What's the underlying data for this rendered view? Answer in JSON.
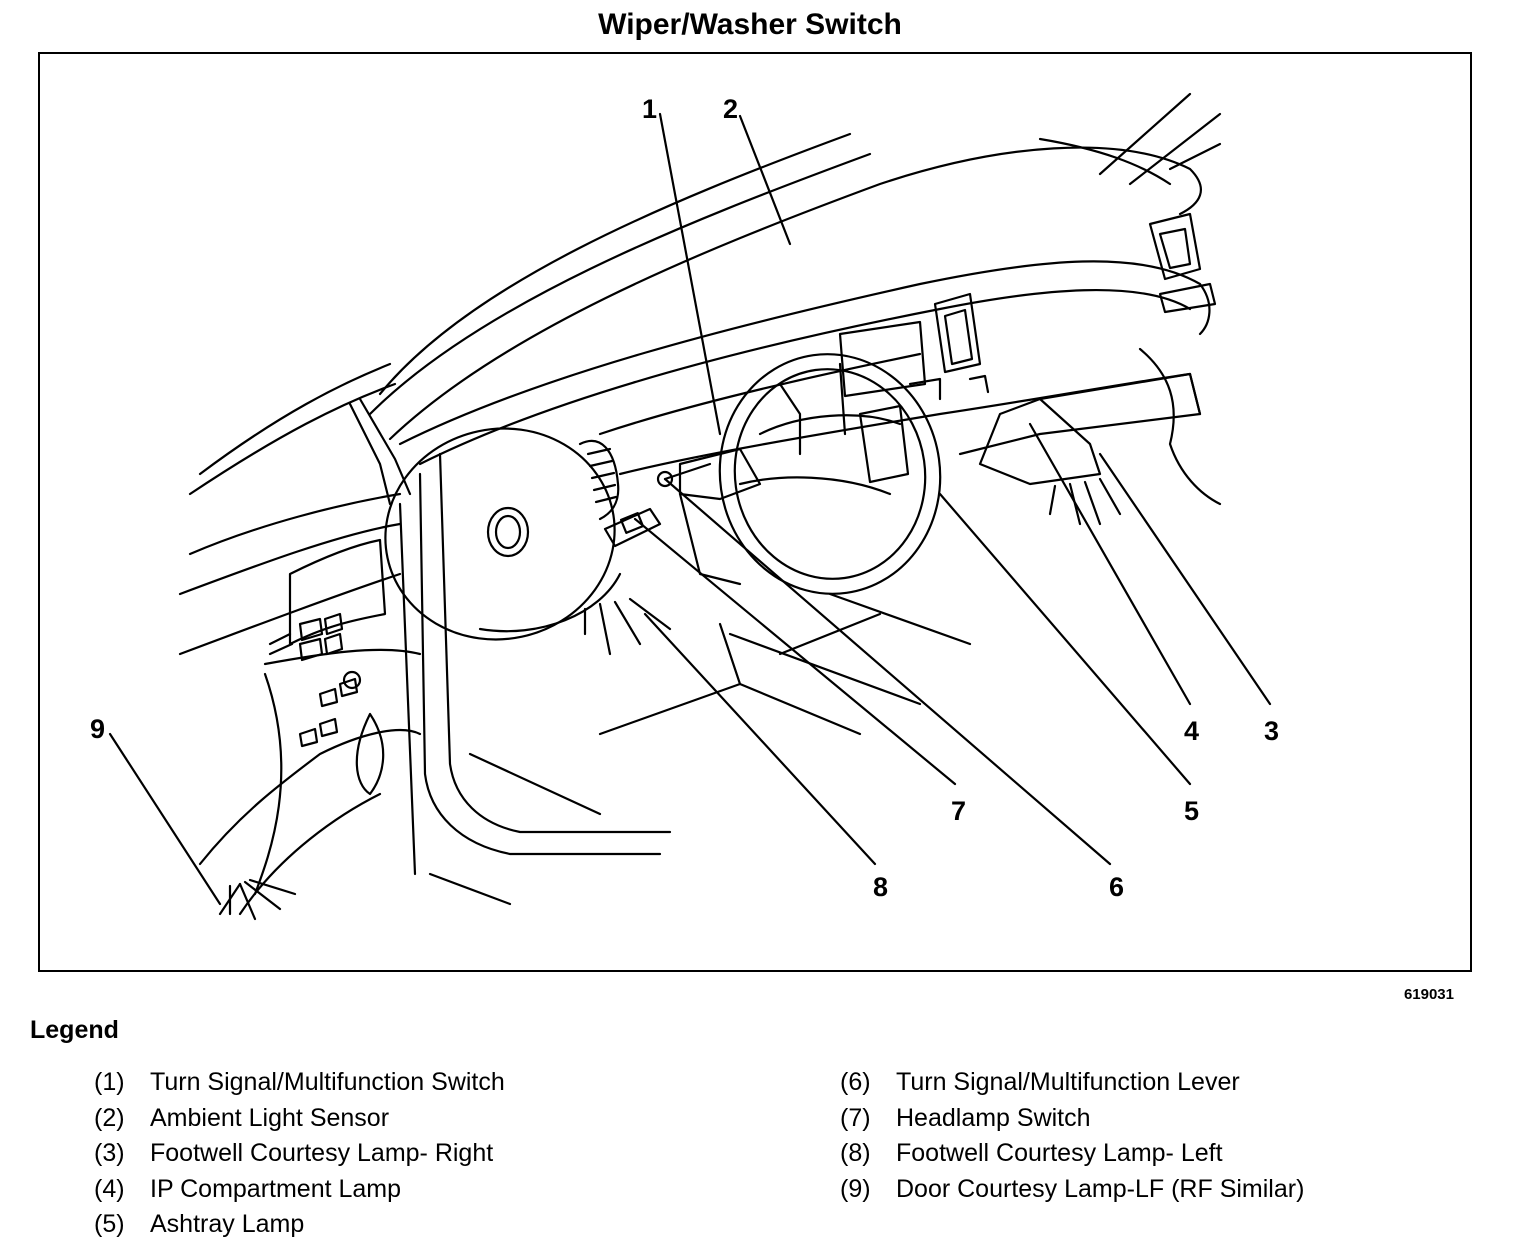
{
  "title": "Wiper/Washer Switch",
  "figure_id": "619031",
  "callouts": [
    "1",
    "2",
    "3",
    "4",
    "5",
    "6",
    "7",
    "8",
    "9"
  ],
  "legend": {
    "heading": "Legend",
    "left": [
      {
        "num": "(1)",
        "label": "Turn Signal/Multifunction Switch"
      },
      {
        "num": "(2)",
        "label": "Ambient Light Sensor"
      },
      {
        "num": "(3)",
        "label": "Footwell Courtesy Lamp- Right"
      },
      {
        "num": "(4)",
        "label": "IP Compartment Lamp"
      },
      {
        "num": "(5)",
        "label": "Ashtray Lamp"
      }
    ],
    "right": [
      {
        "num": "(6)",
        "label": "Turn Signal/Multifunction Lever"
      },
      {
        "num": "(7)",
        "label": "Headlamp Switch"
      },
      {
        "num": "(8)",
        "label": "Footwell Courtesy Lamp- Left"
      },
      {
        "num": "(9)",
        "label": "Door Courtesy Lamp-LF (RF Similar)"
      }
    ]
  }
}
